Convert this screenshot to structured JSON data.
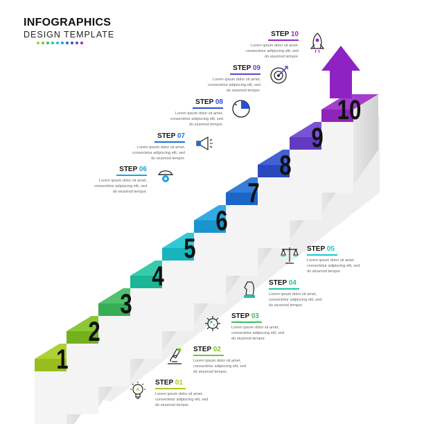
{
  "header": {
    "title": "INFOGRAPHICS",
    "subtitle": "DESIGN TEMPLATE",
    "dot_colors": [
      "#a5cd1e",
      "#7dc21e",
      "#3dbb5d",
      "#1ec5a3",
      "#19c4cf",
      "#1ca1df",
      "#1d6fd6",
      "#2c4fcf",
      "#6a3fd0",
      "#9b27c9"
    ]
  },
  "steps": [
    {
      "num_label": "1",
      "step_word": "STEP",
      "step_num": "01",
      "color": "#a5cd1e",
      "icon": "lightbulb-icon",
      "desc": "Lorem ipsum dolor sit amet,\nconsectetur adipiscing elit, sed\ndo eiusmod tempor."
    },
    {
      "num_label": "2",
      "step_word": "STEP",
      "step_num": "02",
      "color": "#7dc21e",
      "icon": "microscope-icon",
      "desc": "Lorem ipsum dolor sit amet,\nconsectetur adipiscing elit, sed\ndo eiusmod tempor."
    },
    {
      "num_label": "3",
      "step_word": "STEP",
      "step_num": "03",
      "color": "#3dbb5d",
      "icon": "virus-icon",
      "desc": "Lorem ipsum dolor sit amet,\nconsectetur adipiscing elit, sed\ndo eiusmod tempor."
    },
    {
      "num_label": "4",
      "step_word": "STEP",
      "step_num": "04",
      "color": "#1ec5a3",
      "icon": "chess-knight-icon",
      "desc": "Lorem ipsum dolor sit amet,\nconsectetur adipiscing elit, sed\ndo eiusmod tempor."
    },
    {
      "num_label": "5",
      "step_word": "STEP",
      "step_num": "05",
      "color": "#19c4cf",
      "icon": "scales-icon",
      "desc": "Lorem ipsum dolor sit amet,\nconsectetur adipiscing elit, sed\ndo eiusmod tempor."
    },
    {
      "num_label": "6",
      "step_word": "STEP",
      "step_num": "06",
      "color": "#1ca1df",
      "icon": "hardhat-gear-icon",
      "desc": "Lorem ipsum dolor sit amet,\nconsectetur adipiscing elit, sed\ndo eiusmod tempor."
    },
    {
      "num_label": "7",
      "step_word": "STEP",
      "step_num": "07",
      "color": "#1d6fd6",
      "icon": "megaphone-icon",
      "desc": "Lorem ipsum dolor sit amet,\nconsectetur adipiscing elit, sed\ndo eiusmod tempor."
    },
    {
      "num_label": "8",
      "step_word": "STEP",
      "step_num": "08",
      "color": "#2c4fcf",
      "icon": "clock-pie-icon",
      "desc": "Lorem ipsum dolor sit amet,\nconsectetur adipiscing elit, sed\ndo eiusmod tempor."
    },
    {
      "num_label": "9",
      "step_word": "STEP",
      "step_num": "09",
      "color": "#6a3fd0",
      "icon": "target-icon",
      "desc": "Lorem ipsum dolor sit amet,\nconsectetur adipiscing elit, sed\ndo eiusmod tempor."
    },
    {
      "num_label": "10",
      "step_word": "STEP",
      "step_num": "10",
      "color": "#9b27c9",
      "icon": "rocket-icon",
      "desc": "Lorem ipsum dolor sit amet,\nconsectetur adipiscing elit, sed\ndo eiusmod tempor."
    }
  ]
}
